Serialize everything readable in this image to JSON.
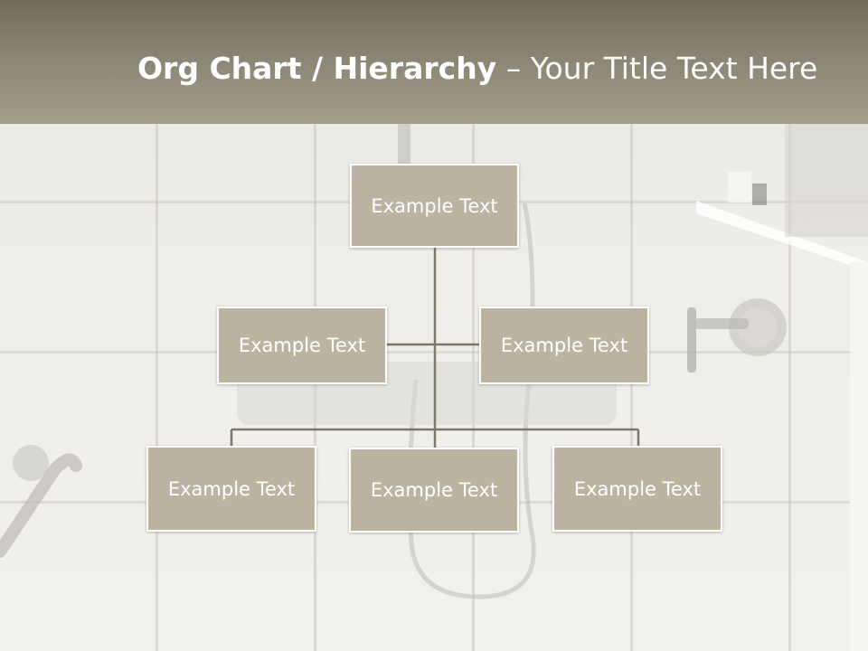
{
  "slide": {
    "title_bold": "Org Chart / Hierarchy",
    "title_sep": " – ",
    "title_rest": "Your Title Text Here"
  },
  "org": {
    "root": "Example Text",
    "level2_left": "Example Text",
    "level2_right": "Example Text",
    "level3_left": "Example Text",
    "level3_center": "Example Text",
    "level3_right": "Example Text"
  },
  "colors": {
    "header_top": "#716c5d",
    "header_bottom": "#a49d89",
    "node_fill": "#bab4a1",
    "node_border": "#ffffff",
    "connector": "#7d7868"
  }
}
